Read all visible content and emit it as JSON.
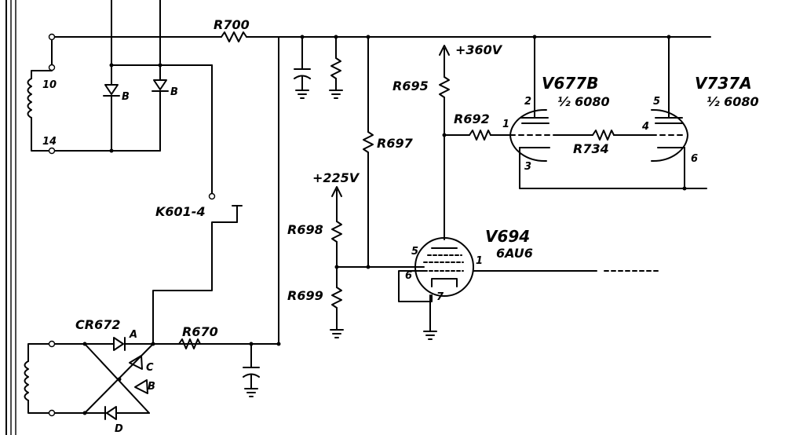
{
  "labels": {
    "r700": "R700",
    "r695": "R695",
    "v_plus360": "+360V",
    "v677b": "V677B",
    "v677b_type": "½ 6080",
    "v737a": "V737A",
    "v737a_type": "½ 6080",
    "r692": "R692",
    "r734": "R734",
    "r697": "R697",
    "v_plus225": "+225V",
    "k601": "K601-4",
    "r698": "R698",
    "r699": "R699",
    "v694": "V694",
    "v694_type": "6AU6",
    "cr672": "CR672",
    "r670": "R670",
    "pin10": "10",
    "pin14": "14",
    "b_upper1": "B",
    "b_upper2": "B",
    "diode_a": "A",
    "diode_b": "B",
    "diode_c": "C",
    "diode_d": "D",
    "pin_v677b_plate": "2",
    "pin_v677b_grid": "1",
    "pin_v677b_cath": "3",
    "pin_v737a_plate": "5",
    "pin_v737a_grid": "4",
    "pin_v737a_cath": "6",
    "pin_v694_plate": "5",
    "pin_v694_g1": "1",
    "pin_v694_g3": "6",
    "pin_v694_cath": "7"
  }
}
